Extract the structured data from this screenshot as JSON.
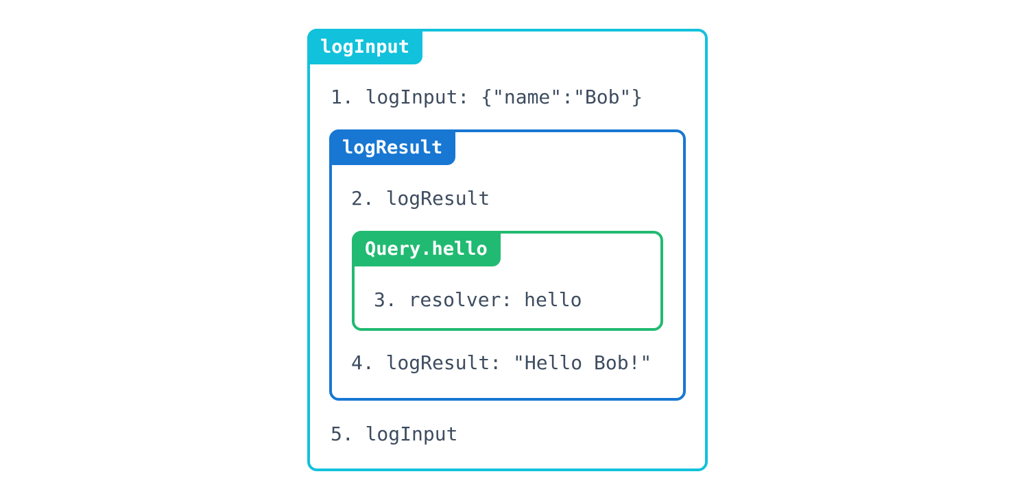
{
  "colors": {
    "cyan": "#12C1DB",
    "blue": "#1777D3",
    "green": "#21BA72",
    "text": "#3E4C5F",
    "badge_text": "#FFFFFF",
    "background": "#FFFFFF"
  },
  "diagram": {
    "outer": {
      "label": "logInput",
      "steps": {
        "enter": "1. logInput: {\"name\":\"Bob\"}",
        "exit": "5. logInput"
      }
    },
    "middle": {
      "label": "logResult",
      "steps": {
        "enter": "2. logResult",
        "exit": "4. logResult: \"Hello Bob!\""
      }
    },
    "inner": {
      "label": "Query.hello",
      "step": "3. resolver: hello"
    }
  }
}
